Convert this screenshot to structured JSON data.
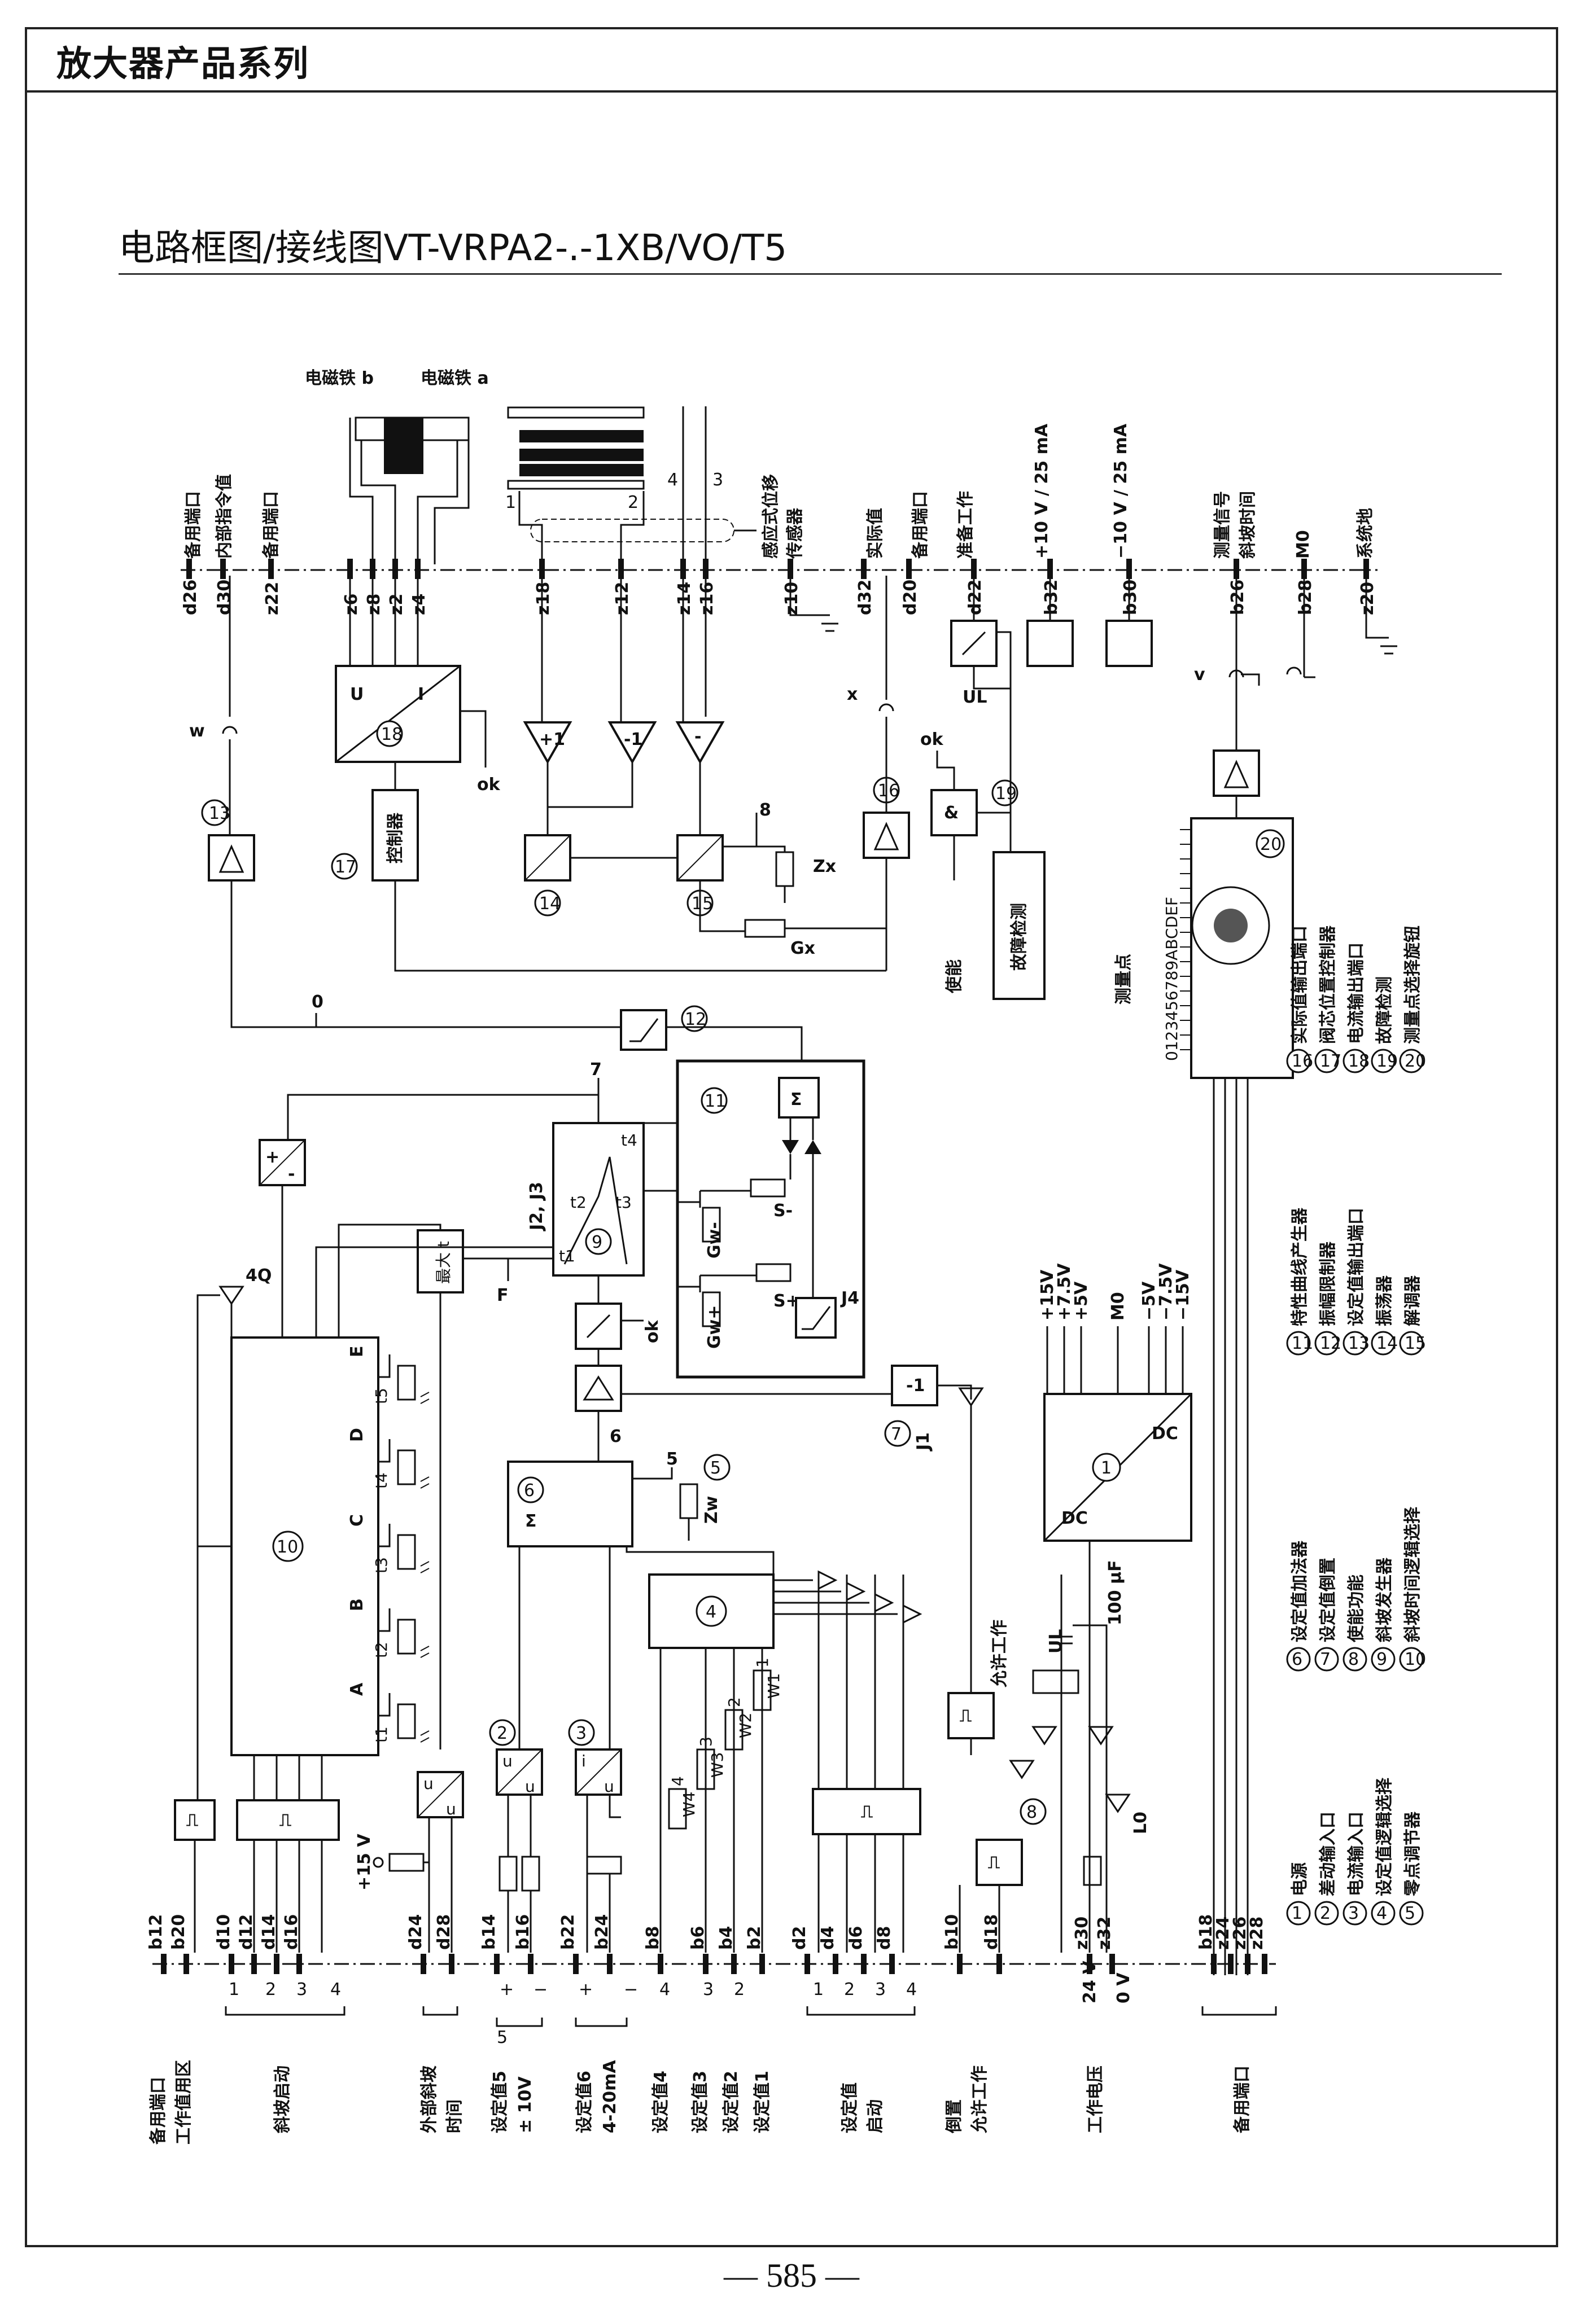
{
  "header": {
    "series": "放大器产品系列"
  },
  "title": "电路框图/接线图VT-VRPA2-.-1XB/VO/T5",
  "page_number": "— 585 —",
  "magnets": {
    "b": "电磁铁 b",
    "a": "电磁铁 a"
  },
  "top_pins": [
    "d26",
    "d30",
    "z22",
    "z6",
    "z8",
    "z2",
    "z4",
    "z18",
    "z12",
    "z14",
    "z16",
    "z10",
    "d32",
    "d20",
    "d22",
    "b32",
    "b30",
    "b26",
    "b28",
    "z20"
  ],
  "top_labels": {
    "d26": "备用端口",
    "d30": "内部指令值",
    "z22": "备用端口",
    "z10": "感应式位移",
    "z10b": "传感器",
    "d32": "实际值",
    "d20": "备用端口",
    "d22": "准备工作",
    "b32": "+10 V / 25 mA",
    "b30": "−10 V / 25 mA",
    "b26a": "测量信号",
    "b26b": "斜坡时间",
    "b28": "M0",
    "z20": "系统地"
  },
  "coil_numbers": [
    "1",
    "2",
    "4",
    "3"
  ],
  "small_labels": {
    "w": "w",
    "x": "x",
    "v": "v",
    "ok": "ok",
    "ok2": "ok",
    "ul": "UL",
    "n8": "8",
    "zx": "Zx",
    "gx": "Gx",
    "n0": "0",
    "n7": "7",
    "f": "F",
    "n6": "6",
    "n5": "5",
    "zw": "Zw",
    "j1": "J1",
    "m1": "-1",
    "enable": "使能",
    "fault": "故障检测",
    "controller": "控制器",
    "maxt": "最大 t",
    "j2j3": "J2, J3",
    "j4": "J4",
    "gwm": "Gw-",
    "gwp": "Gw+",
    "sm": "S-",
    "sp": "S+",
    "t1": "t1",
    "t2": "t2",
    "t3": "t3",
    "t4": "t4",
    "t5": "t5",
    "rA": "A",
    "rB": "B",
    "rC": "C",
    "rD": "D",
    "rE": "E",
    "q4": "4Q",
    "p15": "+15 V",
    "cap": "100 μF",
    "l0": "L0",
    "dc": "DC",
    "ul2": "UL",
    "allow": "允许工作",
    "w1": "W1",
    "w2": "W2",
    "w3": "W3",
    "w4": "W4",
    "v1": "1",
    "v2": "2",
    "v3": "3",
    "v4": "4"
  },
  "measure_points_title": "测量点",
  "measure_points": "0123456789ABCDEF",
  "dial": "0123456789ABCDEF",
  "rails": [
    "+15V",
    "+7.5V",
    "+5V",
    "M0",
    "−5V",
    "−7.5V",
    "−15V"
  ],
  "legend1": [
    {
      "n": "16",
      "t": "实际值输出端口"
    },
    {
      "n": "17",
      "t": "阀芯位置控制器"
    },
    {
      "n": "18",
      "t": "电流输出端口"
    },
    {
      "n": "19",
      "t": "故障检测"
    },
    {
      "n": "20",
      "t": "测量点选择旋钮"
    }
  ],
  "legend2": [
    {
      "n": "11",
      "t": "特性曲线产生器"
    },
    {
      "n": "12",
      "t": "振幅限制器"
    },
    {
      "n": "13",
      "t": "设定值输出端口"
    },
    {
      "n": "14",
      "t": "振荡器"
    },
    {
      "n": "15",
      "t": "解调器"
    }
  ],
  "legend3": [
    {
      "n": "6",
      "t": "设定值加法器"
    },
    {
      "n": "7",
      "t": "设定值倒置"
    },
    {
      "n": "8",
      "t": "使能功能"
    },
    {
      "n": "9",
      "t": "斜坡发生器"
    },
    {
      "n": "10",
      "t": "斜坡时间逻辑选择"
    }
  ],
  "legend4": [
    {
      "n": "1",
      "t": "电源"
    },
    {
      "n": "2",
      "t": "差动输入口"
    },
    {
      "n": "3",
      "t": "电流输入口"
    },
    {
      "n": "4",
      "t": "设定值逻辑选择"
    },
    {
      "n": "5",
      "t": "零点调节器"
    }
  ],
  "bottom_pins": [
    "b12",
    "b20",
    "d10",
    "d12",
    "d14",
    "d16",
    "d24",
    "d28",
    "b14",
    "b16",
    "b22",
    "b24",
    "b8",
    "b6",
    "b4",
    "b2",
    "d2",
    "d4",
    "d6",
    "d8",
    "b10",
    "d18",
    "z30",
    "z32",
    "b18",
    "z24",
    "z26",
    "z28"
  ],
  "bottom_nums": {
    "r1": "1",
    "r2": "2",
    "r3": "3",
    "r4": "4",
    "plus1": "+",
    "minus1": "−",
    "plus2": "+",
    "minus2": "−",
    "s4": "4",
    "s3": "3",
    "s2": "2",
    "u1": "1",
    "u2": "2",
    "u3": "3",
    "u4": "4",
    "n5": "5",
    "v24": "24 V",
    "v0": "0 V"
  },
  "bottom_labels": {
    "a1": "备用端口",
    "a2": "工作值用区",
    "ramp": "斜坡启动",
    "ext1": "外部斜坡",
    "ext2": "时间",
    "sv5a": "设定值5",
    "sv5b": "± 10V",
    "sv6a": "设定值6",
    "sv6b": "4-20mA",
    "s4": "设定值4",
    "s3": "设定值3",
    "s2": "设定值2",
    "s1": "设定值1",
    "svs1": "设定值",
    "svs2": "启动",
    "inv1": "倒置",
    "inv2": "允许工作",
    "pwr": "工作电压",
    "spare": "备用端口"
  },
  "circle_nums": [
    "1",
    "2",
    "3",
    "4",
    "5",
    "6",
    "7",
    "8",
    "9",
    "10",
    "11",
    "12",
    "13",
    "14",
    "15",
    "16",
    "17",
    "18",
    "19",
    "20"
  ]
}
